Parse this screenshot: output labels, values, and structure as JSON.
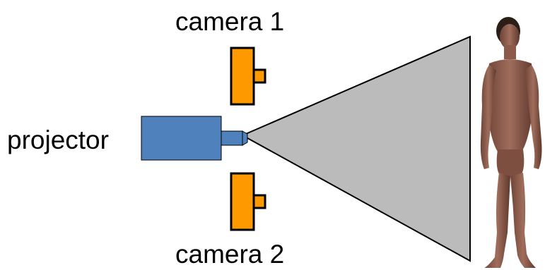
{
  "labels": {
    "camera1": "camera 1",
    "projector": "projector",
    "camera2": "camera 2"
  },
  "colors": {
    "camera": "#FF9900",
    "projector": "#4F81BD",
    "beam": "#BBBBBB",
    "outline": "#000000",
    "skin": "#8B5A4A"
  },
  "icons": {
    "camera1": "camera-icon",
    "camera2": "camera-icon",
    "projector": "projector-icon",
    "person": "human-figure-icon"
  }
}
